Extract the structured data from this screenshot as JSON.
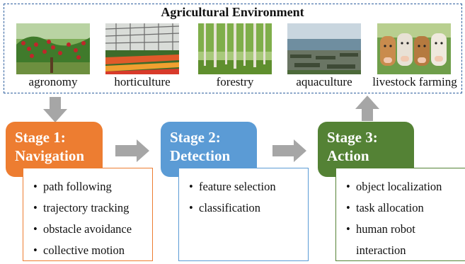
{
  "environment": {
    "title": "Agricultural Environment",
    "images": [
      {
        "label": "agronomy",
        "icon": "apple-orchard-photo"
      },
      {
        "label": "horticulture",
        "icon": "greenhouse-photo"
      },
      {
        "label": "forestry",
        "icon": "forest-photo"
      },
      {
        "label": "aquaculture",
        "icon": "shoreline-farm-photo"
      },
      {
        "label": "livestock farming",
        "icon": "cattle-photo"
      }
    ]
  },
  "stages": [
    {
      "title_line1": "Stage 1:",
      "title_line2": "Navigation",
      "color": "#ed7d31",
      "items": [
        "path following",
        "trajectory tracking",
        "obstacle avoidance",
        "collective motion"
      ]
    },
    {
      "title_line1": "Stage 2:",
      "title_line2": "Detection",
      "color": "#5b9bd5",
      "items": [
        "feature selection",
        "classification"
      ]
    },
    {
      "title_line1": "Stage 3:",
      "title_line2": "Action",
      "color": "#548235",
      "items": [
        "object localization",
        "task allocation",
        "human robot",
        "interaction"
      ]
    }
  ],
  "bullet": "•",
  "arrow_color": "#a6a6a6",
  "frame_color": "#2e5f9e"
}
